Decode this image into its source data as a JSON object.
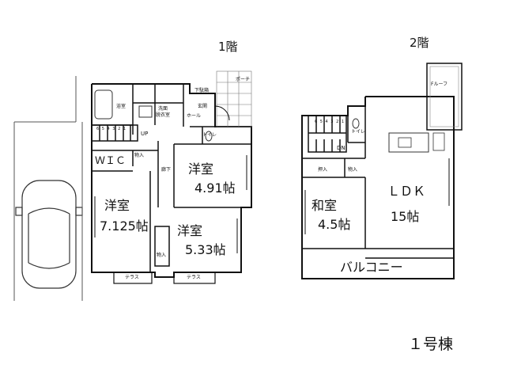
{
  "floors": {
    "first": {
      "label": "1階",
      "rooms": {
        "bath": "浴室",
        "wash": "洗面\n脱衣室",
        "washline1": "洗面",
        "washline2": "脱衣室",
        "shoebox": "下駄箱",
        "entrance": "玄関",
        "hall": "ホール",
        "porch": "ポーチ",
        "toilet": "トイレ",
        "up": "UP",
        "wic": "ＷＩＣ",
        "storage1": "物入",
        "corridor": "廊下",
        "western_a": "洋室",
        "western_a_size": "7.125帖",
        "western_b": "洋室",
        "western_b_size": "4.91帖",
        "western_c": "洋室",
        "western_c_size": "5.33帖",
        "storage2": "物入",
        "terrace1": "テラス",
        "terrace2": "テラス",
        "stair_numbers": "6 5 4 3 2 1"
      }
    },
    "second": {
      "label": "2階",
      "rooms": {
        "froof": "Fルーフ",
        "toilet": "トイレ",
        "dn": "DN",
        "storage_in1": "押入",
        "storage_in2": "物入",
        "japanese": "和室",
        "japanese_size": "4.5帖",
        "ldk": "ＬＤＫ",
        "ldk_size": "15帖",
        "balcony": "バルコニー",
        "stair_numbers": "6 5 4 3 2 1"
      }
    }
  },
  "building_label": "１号棟"
}
